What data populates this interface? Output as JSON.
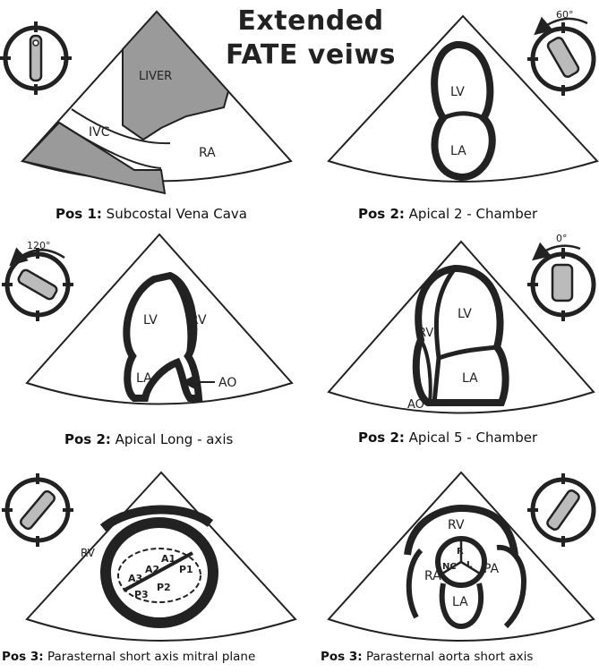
{
  "title": {
    "line1": "Extended",
    "line2": "FATE veiws"
  },
  "panels": [
    {
      "pos": "Pos 1:",
      "name": "Subcostal Vena Cava",
      "labels": {
        "liver": "LIVER",
        "ivc": "IVC",
        "ra": "RA"
      }
    },
    {
      "pos": "Pos 2:",
      "name": "Apical 2 - Chamber",
      "angle": "60°",
      "labels": {
        "lv": "LV",
        "la": "LA"
      }
    },
    {
      "pos": "Pos 2:",
      "name": "Apical Long - axis",
      "angle": "120°",
      "labels": {
        "lv": "LV",
        "rv": "RV",
        "la": "LA",
        "ao": "AO"
      }
    },
    {
      "pos": "Pos 2:",
      "name": "Apical 5 - Chamber",
      "angle": "0°",
      "labels": {
        "lv": "LV",
        "rv": "RV",
        "la": "LA",
        "ao": "AO"
      }
    },
    {
      "pos": "Pos 3:",
      "name": "Parasternal short axis mitral plane",
      "labels": {
        "rv": "RV",
        "a1": "A1",
        "a2": "A2",
        "a3": "A3",
        "p1": "P1",
        "p2": "P2",
        "p3": "P3"
      }
    },
    {
      "pos": "Pos 3:",
      "name": "Parasternal aorta short axis",
      "labels": {
        "rv": "RV",
        "ra": "RA",
        "pa": "PA",
        "la": "LA",
        "r": "R",
        "nc": "NC",
        "l": "L"
      }
    }
  ]
}
